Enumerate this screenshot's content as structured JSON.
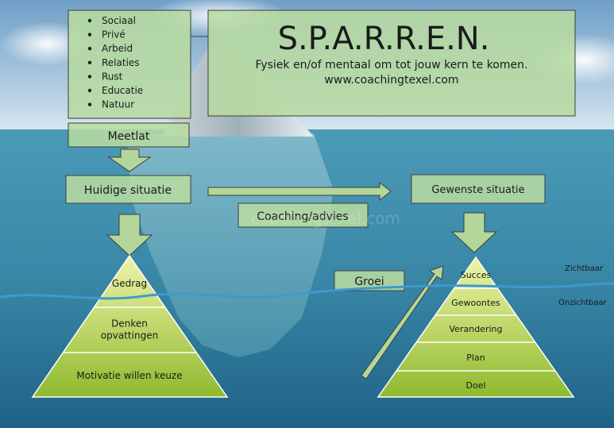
{
  "title_box": {
    "title": "S.P.A.R.R.E.N.",
    "subtitle": "Fysiek en/of mentaal om tot jouw kern te komen.",
    "url": "www.coachingtexel.com"
  },
  "life_areas": [
    "Sociaal",
    "Privé",
    "Arbeid",
    "Relaties",
    "Rust",
    "Educatie",
    "Natuur"
  ],
  "labels": {
    "meetlat": "Meetlat",
    "huidige_situatie": "Huidige situatie",
    "gewenste_situatie": "Gewenste situatie",
    "coaching_advies": "Coaching/advies",
    "groei": "Groei",
    "zichtbaar": "Zichtbaar",
    "onzichtbaar": "Onzichtbaar"
  },
  "left_pyramid": {
    "levels": [
      {
        "label": [
          "Gedrag"
        ]
      },
      {
        "label": [
          "Denken",
          "opvattingen"
        ]
      },
      {
        "label": [
          "Motivatie willen keuze"
        ]
      }
    ]
  },
  "right_pyramid": {
    "levels": [
      {
        "label": [
          "Succes"
        ]
      },
      {
        "label": [
          "Gewoontes"
        ]
      },
      {
        "label": [
          "Verandering"
        ]
      },
      {
        "label": [
          "Plan"
        ]
      },
      {
        "label": [
          "Doel"
        ]
      }
    ]
  },
  "watermark": "coachingtexel.com",
  "colors": {
    "box_fill": "#b7dba2",
    "pyramid_top": "#e9f1a0",
    "pyramid_bottom": "#97bf35",
    "arrow_fill": "#b3d699",
    "waterline": "#3e9ad0",
    "sky": "#8fb7d6",
    "sea": "#3f8fb0"
  }
}
